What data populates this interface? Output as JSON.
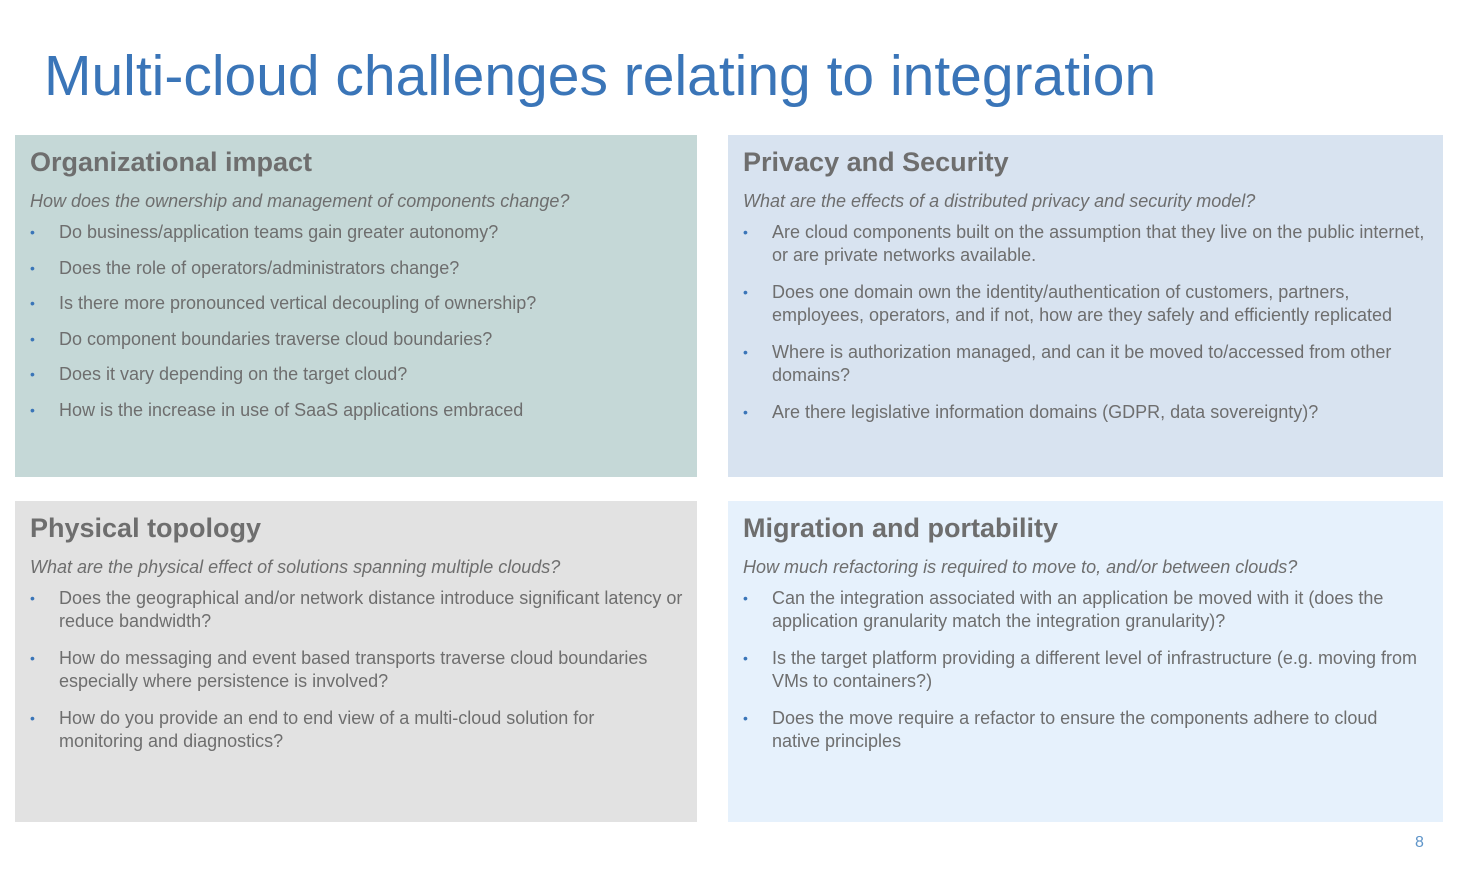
{
  "slide": {
    "title": "Multi-cloud challenges relating to integration",
    "page_number": "8"
  },
  "colors": {
    "title": "#3a75b8",
    "bullet": "#3a75b8",
    "text": "#6e6e6e",
    "org_panel_bg": "#c5d8d7",
    "privacy_panel_bg": "#d8e3f0",
    "physical_panel_bg": "#e2e2e2",
    "migration_panel_bg": "#e6f1fc"
  },
  "panels": {
    "organizational": {
      "heading": "Organizational impact",
      "question": "How does the ownership and management of components change?",
      "bullet_icon": "•",
      "items": [
        "Do business/application teams gain greater autonomy?",
        "Does the role of operators/administrators change?",
        "Is there more pronounced vertical decoupling of ownership?",
        "Do component boundaries traverse cloud boundaries?",
        "Does it vary depending on the target cloud?",
        "How is the increase in use of SaaS applications embraced"
      ]
    },
    "privacy": {
      "heading": "Privacy and Security",
      "question": "What are the effects of a distributed privacy and security model?",
      "bullet_icon": "•",
      "items": [
        "Are cloud components built on the assumption that they live on the public internet, or are private networks available.",
        "Does one domain own the identity/authentication of customers, partners, employees, operators, and if not, how are they safely and efficiently replicated",
        "Where is authorization managed, and can it be moved to/accessed from other domains?",
        "Are there legislative information domains (GDPR, data sovereignty)?"
      ]
    },
    "physical": {
      "heading": "Physical topology",
      "question": "What are the physical effect of solutions spanning multiple clouds?",
      "bullet_icon": "•",
      "items": [
        "Does the geographical and/or network distance introduce significant latency or reduce bandwidth?",
        "How do messaging and event based transports traverse cloud boundaries especially where persistence is involved?",
        "How do you provide an end to end view of a multi-cloud solution for monitoring and diagnostics?"
      ]
    },
    "migration": {
      "heading": "Migration and portability",
      "question": "How much refactoring is required to move to, and/or between clouds?",
      "bullet_icon": "•",
      "items": [
        "Can the integration associated with an application be moved with it (does the application granularity match the integration granularity)?",
        "Is the target platform providing a different level of infrastructure (e.g. moving from VMs to containers?)",
        "Does the move require a refactor to ensure the components adhere to cloud native principles"
      ]
    }
  }
}
